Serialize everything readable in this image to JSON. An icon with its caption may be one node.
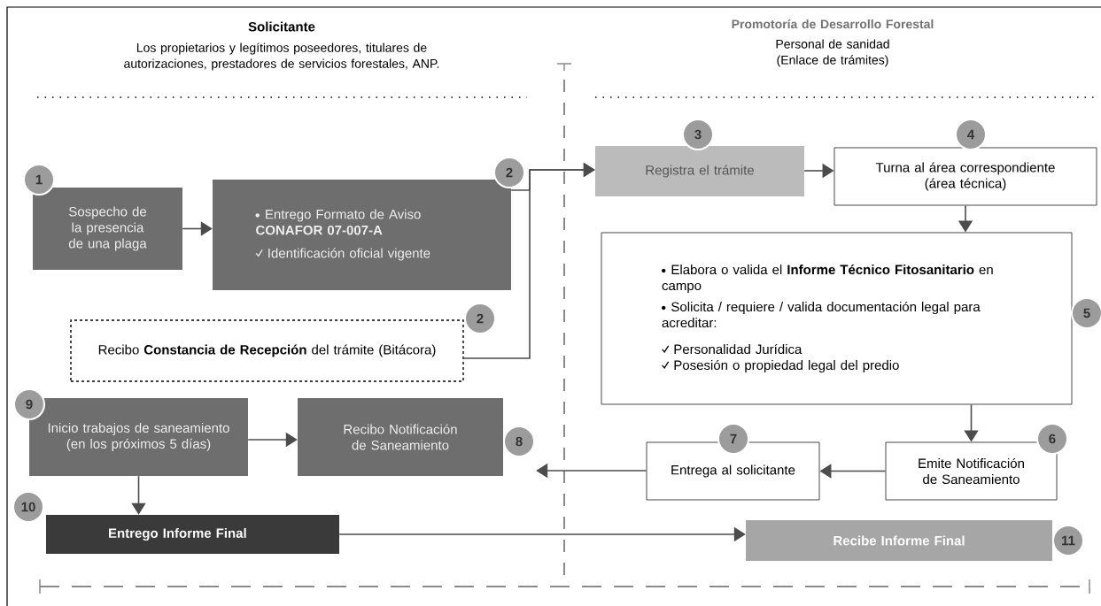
{
  "diagram": {
    "nodes": [
      {
        "text": [
          "Sospecho de la presencia de una plaga"
        ],
        "beside": [
          "1"
        ]
      },
      {
        "text": [
          "Entrego Formato de Aviso **CONAFOR 07-007-A**",
          "Identificación oficial vigente"
        ],
        "beside": [
          "2"
        ]
      },
      {
        "text": [
          "Recibo **Constancia de Recepción** del trámite (Bitácora)"
        ],
        "beside": [
          "2"
        ]
      },
      {
        "text": [
          "Registra el trámite"
        ],
        "beside": [
          "3"
        ]
      },
      {
        "text": [
          "Turna al área correspondiente (área técnica)"
        ],
        "beside": [
          "4"
        ]
      },
      {
        "text": [
          "Elabora o valida el **Informe Técnico Fitosanitario** en campo",
          "Solicita / requiere / valida documentación legal para acreditar:",
          "Personalidad Jurídica",
          "Posesión o propiedad legal del predio"
        ],
        "beside": [
          "5"
        ]
      },
      {
        "text": [
          "Emite Notificación de Saneamiento"
        ],
        "beside": [
          "6"
        ]
      },
      {
        "text": [
          "Entrega al solicitante"
        ],
        "beside": [
          "7"
        ]
      },
      {
        "text": [
          "Recibo Notificación de Saneamiento"
        ],
        "beside": [
          "8"
        ]
      },
      {
        "text": [
          "Inicio trabajos de saneamiento (en los próximos 5 días)"
        ],
        "beside": [
          "9"
        ]
      },
      {
        "text": [
          "Entrego Informe Final"
        ],
        "beside": [
          "10"
        ]
      },
      {
        "text": [
          "Recibe Informe Final"
        ],
        "beside": [
          "11"
        ]
      }
    ],
    "edges": [
      {
        "from": 0,
        "to": 1,
        "arrow": "to"
      },
      {
        "from": 1,
        "to": 3,
        "arrow": "to"
      },
      {
        "from": 2,
        "to": 3,
        "arrow": "to"
      },
      {
        "from": 3,
        "to": 4,
        "arrow": "to"
      },
      {
        "from": 4,
        "to": 5,
        "arrow": "to"
      },
      {
        "from": 5,
        "to": 6,
        "arrow": "to"
      },
      {
        "from": 6,
        "to": 7,
        "arrow": "to"
      },
      {
        "from": 7,
        "to": 8,
        "arrow": "to"
      },
      {
        "from": 9,
        "to": 8,
        "arrow": "to"
      },
      {
        "from": 9,
        "to": 10,
        "arrow": "to"
      },
      {
        "from": 10,
        "to": 11,
        "arrow": "to"
      }
    ],
    "labels": [
      "Solicitante",
      "Los propietarios y legítimos poseedores, titulares de autorizaciones, prestadores de servicios forestales, ANP.",
      "Promotoría de Desarrollo Forestal",
      "Personal de sanidad (Enlace de trámites)"
    ]
  }
}
